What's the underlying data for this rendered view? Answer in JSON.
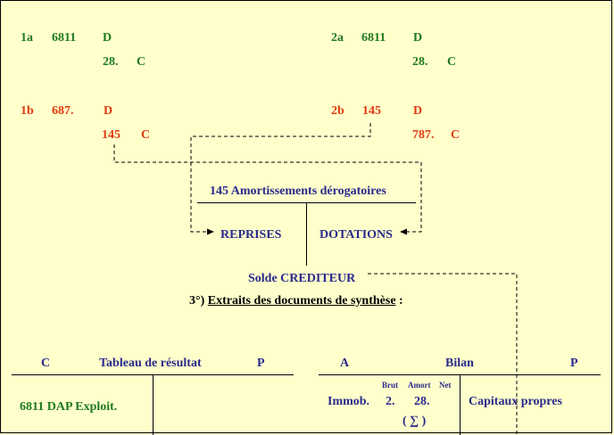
{
  "entry_1a": {
    "label": "1a",
    "debit_account": "6811",
    "debit_mark": "D",
    "credit_account": "28.",
    "credit_mark": "C"
  },
  "entry_2a": {
    "label": "2a",
    "debit_account": "6811",
    "debit_mark": "D",
    "credit_account": "28.",
    "credit_mark": "C"
  },
  "entry_1b": {
    "label": "1b",
    "debit_account": "687.",
    "debit_mark": "D",
    "credit_account": "145",
    "credit_mark": "C"
  },
  "entry_2b": {
    "label": "2b",
    "debit_account": "145",
    "debit_mark": "D",
    "credit_account": "787.",
    "credit_mark": "C"
  },
  "t_account": {
    "title": "145 Amortissements dérogatoires",
    "left_label": "REPRISES",
    "right_label": "DOTATIONS"
  },
  "solde": "Solde CREDITEUR",
  "section": {
    "number": "3°)",
    "title": "Extraits des documents de synthèse",
    "suffix": ":"
  },
  "result_table": {
    "left_header": "C",
    "title": "Tableau de résultat",
    "right_header": "P",
    "row_label": "6811 DAP Exploit."
  },
  "bilan": {
    "left_header": "A",
    "title": "Bilan",
    "right_header": "P",
    "col_brut": "Brut",
    "col_amort": "Amort",
    "col_net": "Net",
    "row_label": "Immob.",
    "brut_value": "2.",
    "amort_value": "28.",
    "sum_symbol": "( ∑ )",
    "right_label": "Capitaux propres"
  },
  "colors": {
    "background": "#ffffcc",
    "green": "#1f7a1f",
    "red": "#e03a10",
    "blue": "#2a2a8c"
  }
}
